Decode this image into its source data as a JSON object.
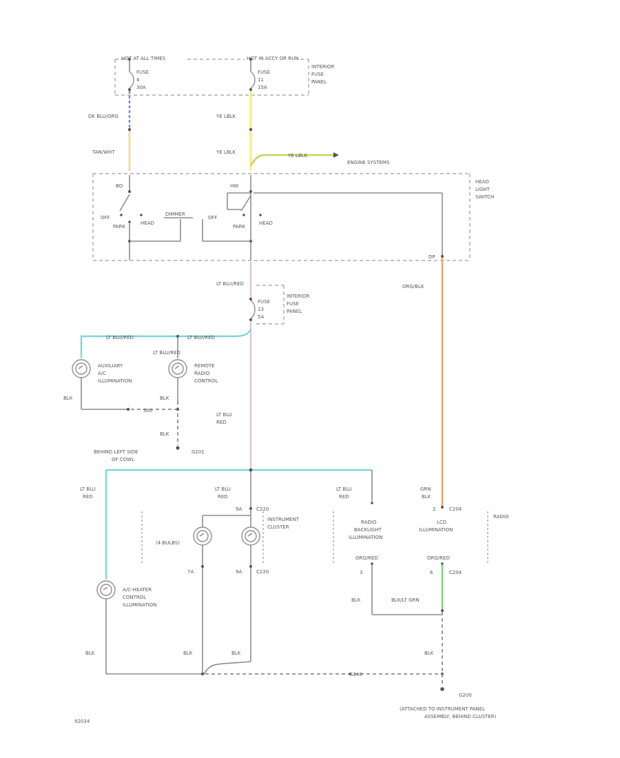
{
  "colors": {
    "blue": "#6f86e0",
    "yellow": "#f2ee70",
    "yellow_green": "#c8d35a",
    "orange": "#f0a366",
    "cyan": "#7ad6dc",
    "pink": "#d9b9c2",
    "green": "#7ed27e",
    "tan": "#f5d9a0"
  },
  "labels": {
    "hot_at_all_times": "HOT AT ALL TIMES",
    "hot_in_accy": "HOT IN ACCY OR RUN",
    "fuse_a_1": "FUSE",
    "fuse_a_2": "4",
    "fuse_a_3": "30A",
    "fuse_b_1": "FUSE",
    "fuse_b_2": "11",
    "fuse_b_3": "15A",
    "ifp_1": "INTERIOR",
    "ifp_2": "FUSE",
    "ifp_3": "PANEL",
    "wire_dk_blu_org": "DK BLU/ORG",
    "wire_ye_blk_1": "YE LBLK",
    "wire_tan_wht": "TAN/WHT",
    "wire_ye_blk_2": "YE LBLK",
    "wire_ye_blk_3": "YE LBLK",
    "engine_systems": "ENGINE SYSTEMS",
    "sw_bo": "BO",
    "sw_hw": "HW",
    "sw_off_1": "OFF",
    "sw_park_1": "PARK",
    "sw_head_1": "HEAD",
    "sw_dimmer": "DIMMER",
    "sw_off_2": "OFF",
    "sw_park_2": "PARK",
    "sw_head_2": "HEAD",
    "sw_dp": "DP",
    "hls_1": "HEAD",
    "hls_2": "LIGHT",
    "hls_3": "SWITCH",
    "wire_lt_blu_red_1": "LT BLU/RED",
    "ifp2_1": "INTERIOR",
    "ifp2_2": "FUSE",
    "ifp2_3": "PANEL",
    "fuse_c_1": "FUSE",
    "fuse_c_2": "13",
    "fuse_c_3": "5A",
    "wire_org_blk": "ORG/BLK",
    "wire_lt_blu_red_2": "LT BLU/RED",
    "wire_lt_blu_red_3": "LT BLU/RED",
    "wire_lt_blu_red_4": "LT BLU/RED",
    "aux_1": "AUXILIARY",
    "aux_2": "A/C",
    "aux_3": "ILLUMINATION",
    "rrc_1": "REMOTE",
    "rrc_2": "RADIO",
    "rrc_3": "CONTROL",
    "blk_1": "BLK",
    "blk_2": "BLK",
    "blk_3": "BLK",
    "s_splice_1": "S00",
    "wire_lt_blu_red_5a": "LT BLU",
    "wire_lt_blu_red_5b": "RED",
    "behind_1": "BEHIND LEFT SIDE",
    "behind_2": "OF COWL",
    "g_a": "G201",
    "lt_blu_a": "LT BLU",
    "red_a": "RED",
    "lt_blu_b": "LT BLU",
    "red_b": "RED",
    "lt_blu_c": "LT BLU",
    "red_c": "RED",
    "grn_blk_1": "GRN",
    "grn_blk_2": "BLK",
    "pin_9a_1": "9A",
    "c_220_1": "C220",
    "pin_2": "2",
    "c_204_1": "C204",
    "radio_r": "RADIO",
    "bulbs_4": "(4 BULBS)",
    "ic_1": "INSTRUMENT",
    "ic_2": "CLUSTER",
    "rbi_1": "RADIO",
    "rbi_2": "BACKLIGHT",
    "rbi_3": "ILLUMINATION",
    "lcd_1": "LCD",
    "lcd_2": "ILLUMINATION",
    "pin_7a": "7A",
    "pin_9a_2": "9A",
    "c_220_2": "C220",
    "org_red_1": "ORG/RED",
    "org_red_2": "ORG/RED",
    "pin_3": "3",
    "pin_6": "6",
    "c_204_2": "C204",
    "ach_1": "A/C-HEATER",
    "ach_2": "CONTROL",
    "ach_3": "ILLUMINATION",
    "blk_4": "BLK",
    "blk_lt_grn": "BLK/LT GRN",
    "blk_5": "BLK",
    "blk_6": "BLK",
    "blk_7": "BLK",
    "blk_8": "BLK",
    "s_splice_2": "S240",
    "g_b": "G200",
    "attach_1": "(ATTACHED TO INSTRUMENT PANEL",
    "attach_2": "ASSEMBLY, BEHIND CLUSTER)",
    "page_code": "92034"
  }
}
